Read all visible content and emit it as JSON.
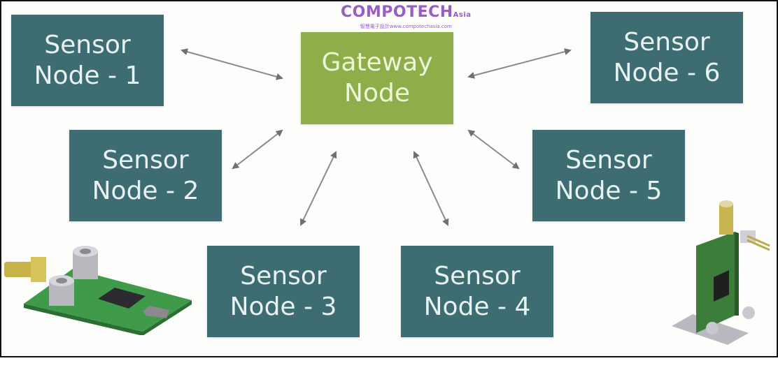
{
  "logo": {
    "brand": "COMPOTECH",
    "suffix": "Asia",
    "tagline": "智慧電子設計www.compotechasia.com"
  },
  "gateway": {
    "line1": "Gateway",
    "line2": "Node"
  },
  "sensors": [
    {
      "line1": "Sensor",
      "line2": "Node - 1"
    },
    {
      "line1": "Sensor",
      "line2": "Node - 2"
    },
    {
      "line1": "Sensor",
      "line2": "Node - 3"
    },
    {
      "line1": "Sensor",
      "line2": "Node - 4"
    },
    {
      "line1": "Sensor",
      "line2": "Node - 5"
    },
    {
      "line1": "Sensor",
      "line2": "Node - 6"
    }
  ],
  "colors": {
    "sensor_box": "#3d6d72",
    "gateway_box": "#8fae4a",
    "arrow": "#707070",
    "logo": "#9a5cc6"
  },
  "connections": [
    {
      "from": "gateway",
      "to": "sensor-1",
      "direction": "bidirectional"
    },
    {
      "from": "gateway",
      "to": "sensor-2",
      "direction": "bidirectional"
    },
    {
      "from": "gateway",
      "to": "sensor-3",
      "direction": "bidirectional"
    },
    {
      "from": "gateway",
      "to": "sensor-4",
      "direction": "bidirectional"
    },
    {
      "from": "gateway",
      "to": "sensor-5",
      "direction": "bidirectional"
    },
    {
      "from": "gateway",
      "to": "sensor-6",
      "direction": "bidirectional"
    }
  ]
}
